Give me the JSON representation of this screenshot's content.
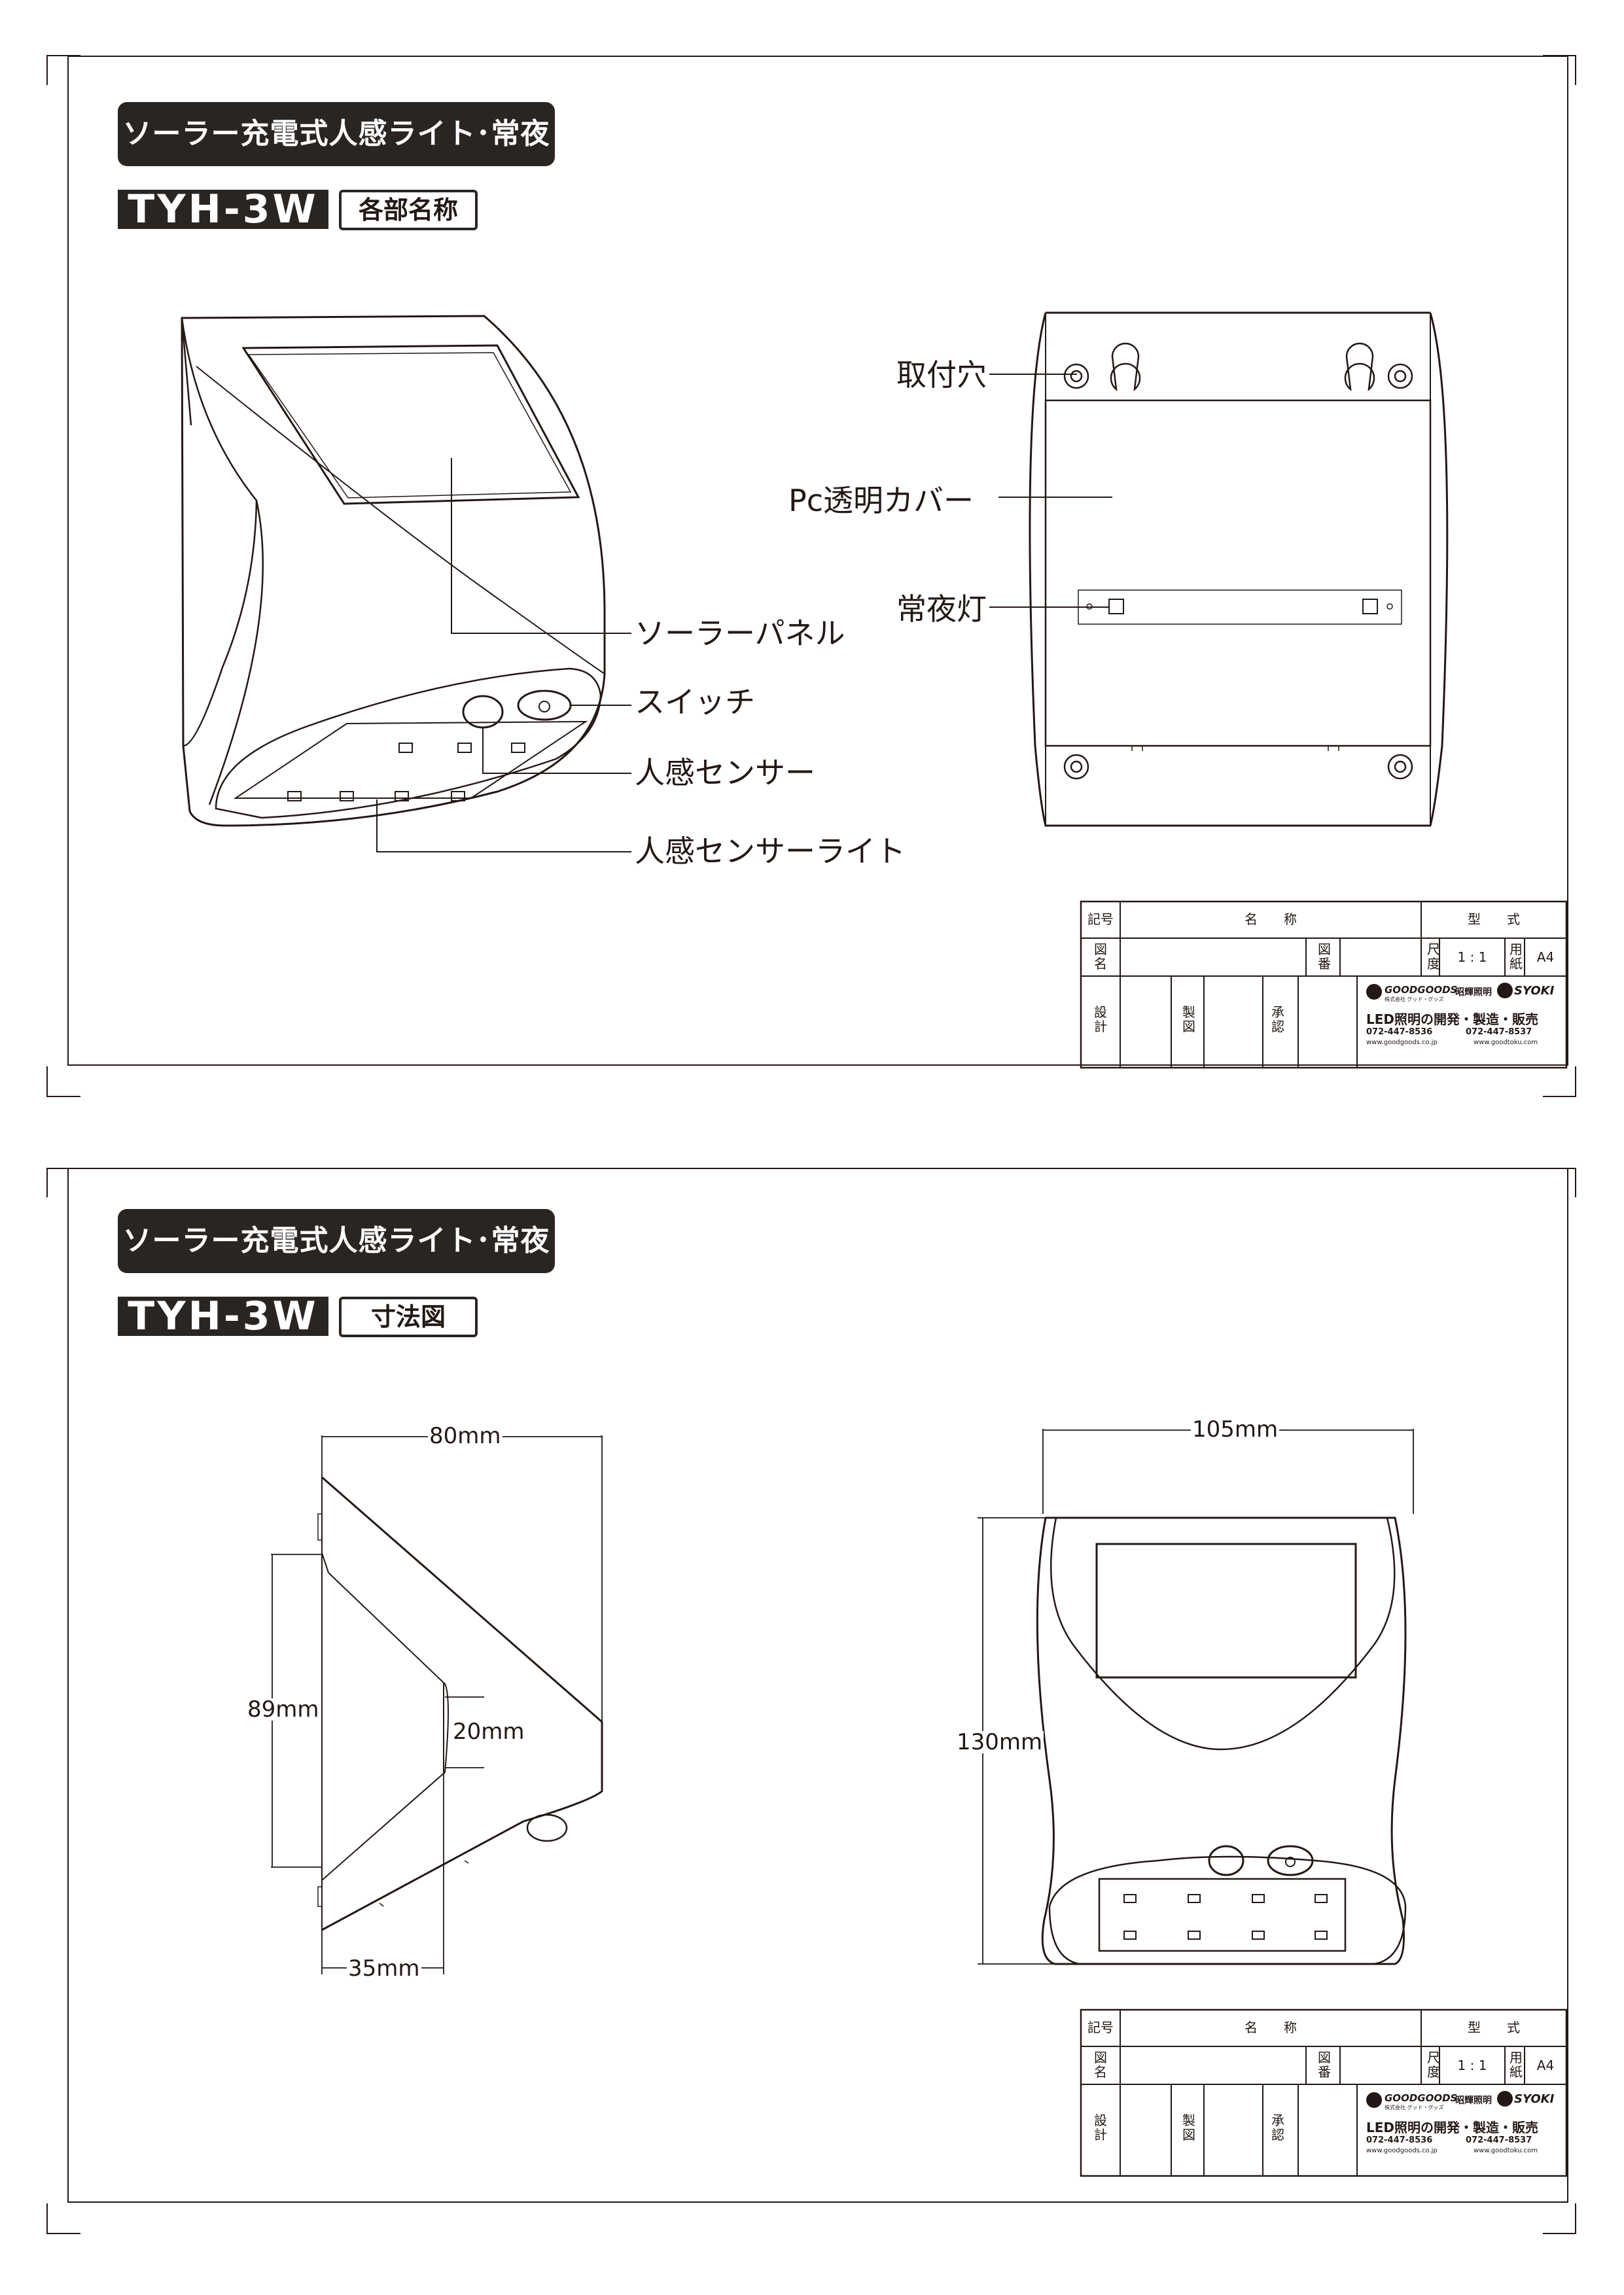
{
  "header": {
    "title": "ソーラー充電式人感ライト･常夜灯",
    "model": "TYH-3W"
  },
  "sheet1": {
    "subtitle": "各部名称",
    "labels": {
      "mounting_hole": "取付穴",
      "pc_cover": "Pc透明カバー",
      "night_light": "常夜灯",
      "solar_panel": "ソーラーパネル",
      "switch": "スイッチ",
      "motion_sensor": "人感センサー",
      "motion_sensor_light": "人感センサーライト"
    }
  },
  "sheet2": {
    "subtitle": "寸法図",
    "dimensions": {
      "depth": "80mm",
      "back_height": "89mm",
      "step": "20mm",
      "base": "35mm",
      "width": "105mm",
      "height": "130mm"
    }
  },
  "title_block": {
    "kigo": "記号",
    "meisho": "名　　称",
    "katashiki": "型　　式",
    "zumei": "図名",
    "zuban": "図番",
    "shakudo": "尺度",
    "scale_value": "1 : 1",
    "yoshi": "用紙",
    "paper_value": "A4",
    "sekkei": "設計",
    "seizu": "製図",
    "shonin": "承認",
    "company_logo_1": "GOODGOODS",
    "company_logo_1_sub": "株式会社 グッド・グッズ",
    "company_logo_2": "昭輝照明",
    "company_logo_2_brand": "SYOKI",
    "tagline": "LED照明の開発・製造・販売",
    "tel": "072-447-8536",
    "fax": "072-447-8537",
    "web1": "www.goodgoods.co.jp",
    "web2": "www.goodtoku.com"
  }
}
